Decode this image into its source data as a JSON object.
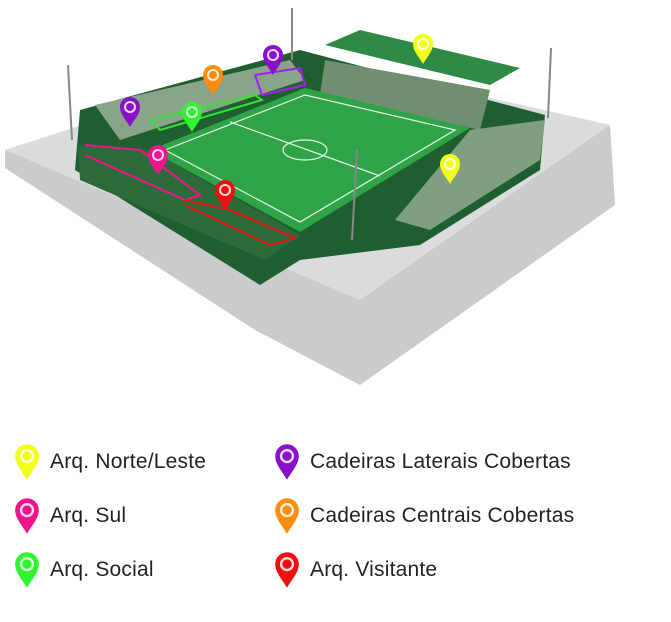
{
  "legend": [
    {
      "label": "Arq. Norte/Leste",
      "color": "#f2ff1a",
      "icon": "map-pin-icon"
    },
    {
      "label": "Arq. Sul",
      "color": "#f0148c",
      "icon": "map-pin-icon"
    },
    {
      "label": "Arq. Social",
      "color": "#2ef52e",
      "icon": "map-pin-icon"
    },
    {
      "label": "Cadeiras Laterais Cobertas",
      "color": "#8a0fc8",
      "icon": "map-pin-icon"
    },
    {
      "label": "Cadeiras Centrais Cobertas",
      "color": "#ff8c0a",
      "icon": "map-pin-icon"
    },
    {
      "label": "Arq. Visitante",
      "color": "#ee1010",
      "icon": "map-pin-icon"
    }
  ]
}
